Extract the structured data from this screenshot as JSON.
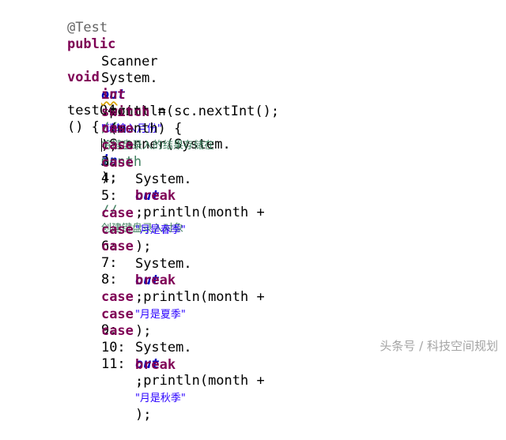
{
  "code": {
    "annotation": "@Test",
    "kw_public": "public",
    "kw_void": "void",
    "method_name": "test04",
    "method_parens": "() {",
    "line_scanner": {
      "type": "Scanner",
      "var": "sc",
      "eq": " = ",
      "kw_new": "new",
      "ctor": " Scanner(System.",
      "field_in": "in",
      "end": ");",
      "comment": "// ",
      "comment_text": "创建键盘录入对象"
    },
    "line_print_prompt": {
      "pre": "System.",
      "field_out": "out",
      "post": ".println(",
      "string": "\"请输入月份\"",
      "end": ");"
    },
    "line_month": {
      "kw_int": "int",
      "rest": " month = sc.nextInt(); ",
      "comment": "// ",
      "comment_text": "将键盘录入的结果存储在",
      "comment_tail": "month"
    },
    "line_switch": {
      "kw_switch": "switch",
      "rest": " (month) {"
    },
    "kw_case": "case",
    "kw_break": "break",
    "cases": [
      "3:",
      "4:",
      "5:",
      "6:",
      "7:",
      "8:",
      "9:",
      "10:",
      "11:"
    ],
    "println_pre": "System.",
    "println_field": "out",
    "println_mid": ".println(month + ",
    "println_end": ");",
    "season_strings": [
      "\"月是春季\"",
      "\"月是夏季\"",
      "\"月是秋季\""
    ],
    "semicolon": ";"
  },
  "watermark": "头条号 / 科技空间规划"
}
